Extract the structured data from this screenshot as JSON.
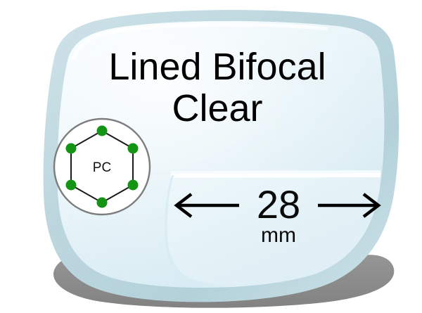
{
  "product": {
    "title_line1": "Lined Bifocal",
    "title_line2": "Clear",
    "lens_type": "Lined Bifocal",
    "tint": "Clear"
  },
  "material_badge": {
    "label": "PC",
    "shape": "hexagon",
    "node_count": 6,
    "node_color": "#149414",
    "circle_fill": "#ffffff",
    "circle_stroke": "#7d7d7d",
    "hex_stroke": "#1a1a1a"
  },
  "segment": {
    "dimension_value": "28",
    "dimension_unit": "mm",
    "left_arrow": "arrow-left",
    "right_arrow": "arrow-right",
    "description": "bifocal segment width"
  },
  "colors": {
    "lens_body_light": "#f2fafc",
    "lens_body": "#e2f1f7",
    "lens_body_deep": "#d2e8ef",
    "lens_rim": "#bcd6de",
    "lens_rim_dark": "#a8c8d2",
    "segment_fill": "#e6f3f7",
    "segment_highlight": "#ffffff",
    "shadow": "#8c8c8c",
    "text": "#000000",
    "accent_green": "#149414"
  }
}
